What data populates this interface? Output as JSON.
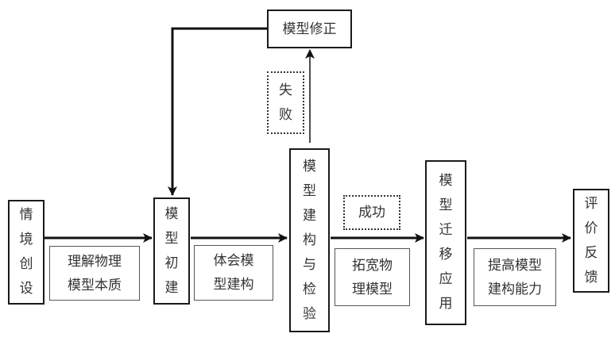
{
  "diagram": {
    "nodes": {
      "scenario": {
        "label": "情境创设"
      },
      "initial_model": {
        "label": "模型初建"
      },
      "build_and_test": {
        "label": "模型建构与检验"
      },
      "transfer": {
        "label": "模型迁移应用"
      },
      "feedback": {
        "label": "评价反馈"
      },
      "revise": {
        "label": "模型修正"
      }
    },
    "conditions": {
      "fail": {
        "label": "失败"
      },
      "success": {
        "label": "成功"
      }
    },
    "captions": {
      "c1": {
        "line1": "理解物理",
        "line2": "模型本质"
      },
      "c2": {
        "line1": "体会模",
        "line2": "型建构"
      },
      "c3": {
        "line1": "拓宽物",
        "line2": "理模型"
      },
      "c4": {
        "line1": "提高模型",
        "line2": "建构能力"
      }
    },
    "edges": [
      {
        "from": "情境创设",
        "to": "模型初建"
      },
      {
        "from": "模型初建",
        "to": "模型建构与检验"
      },
      {
        "from": "模型建构与检验",
        "to": "模型迁移应用",
        "condition": "成功"
      },
      {
        "from": "模型迁移应用",
        "to": "评价反馈"
      },
      {
        "from": "模型建构与检验",
        "to": "模型修正",
        "condition": "失败"
      },
      {
        "from": "模型修正",
        "to": "模型初建"
      }
    ]
  }
}
